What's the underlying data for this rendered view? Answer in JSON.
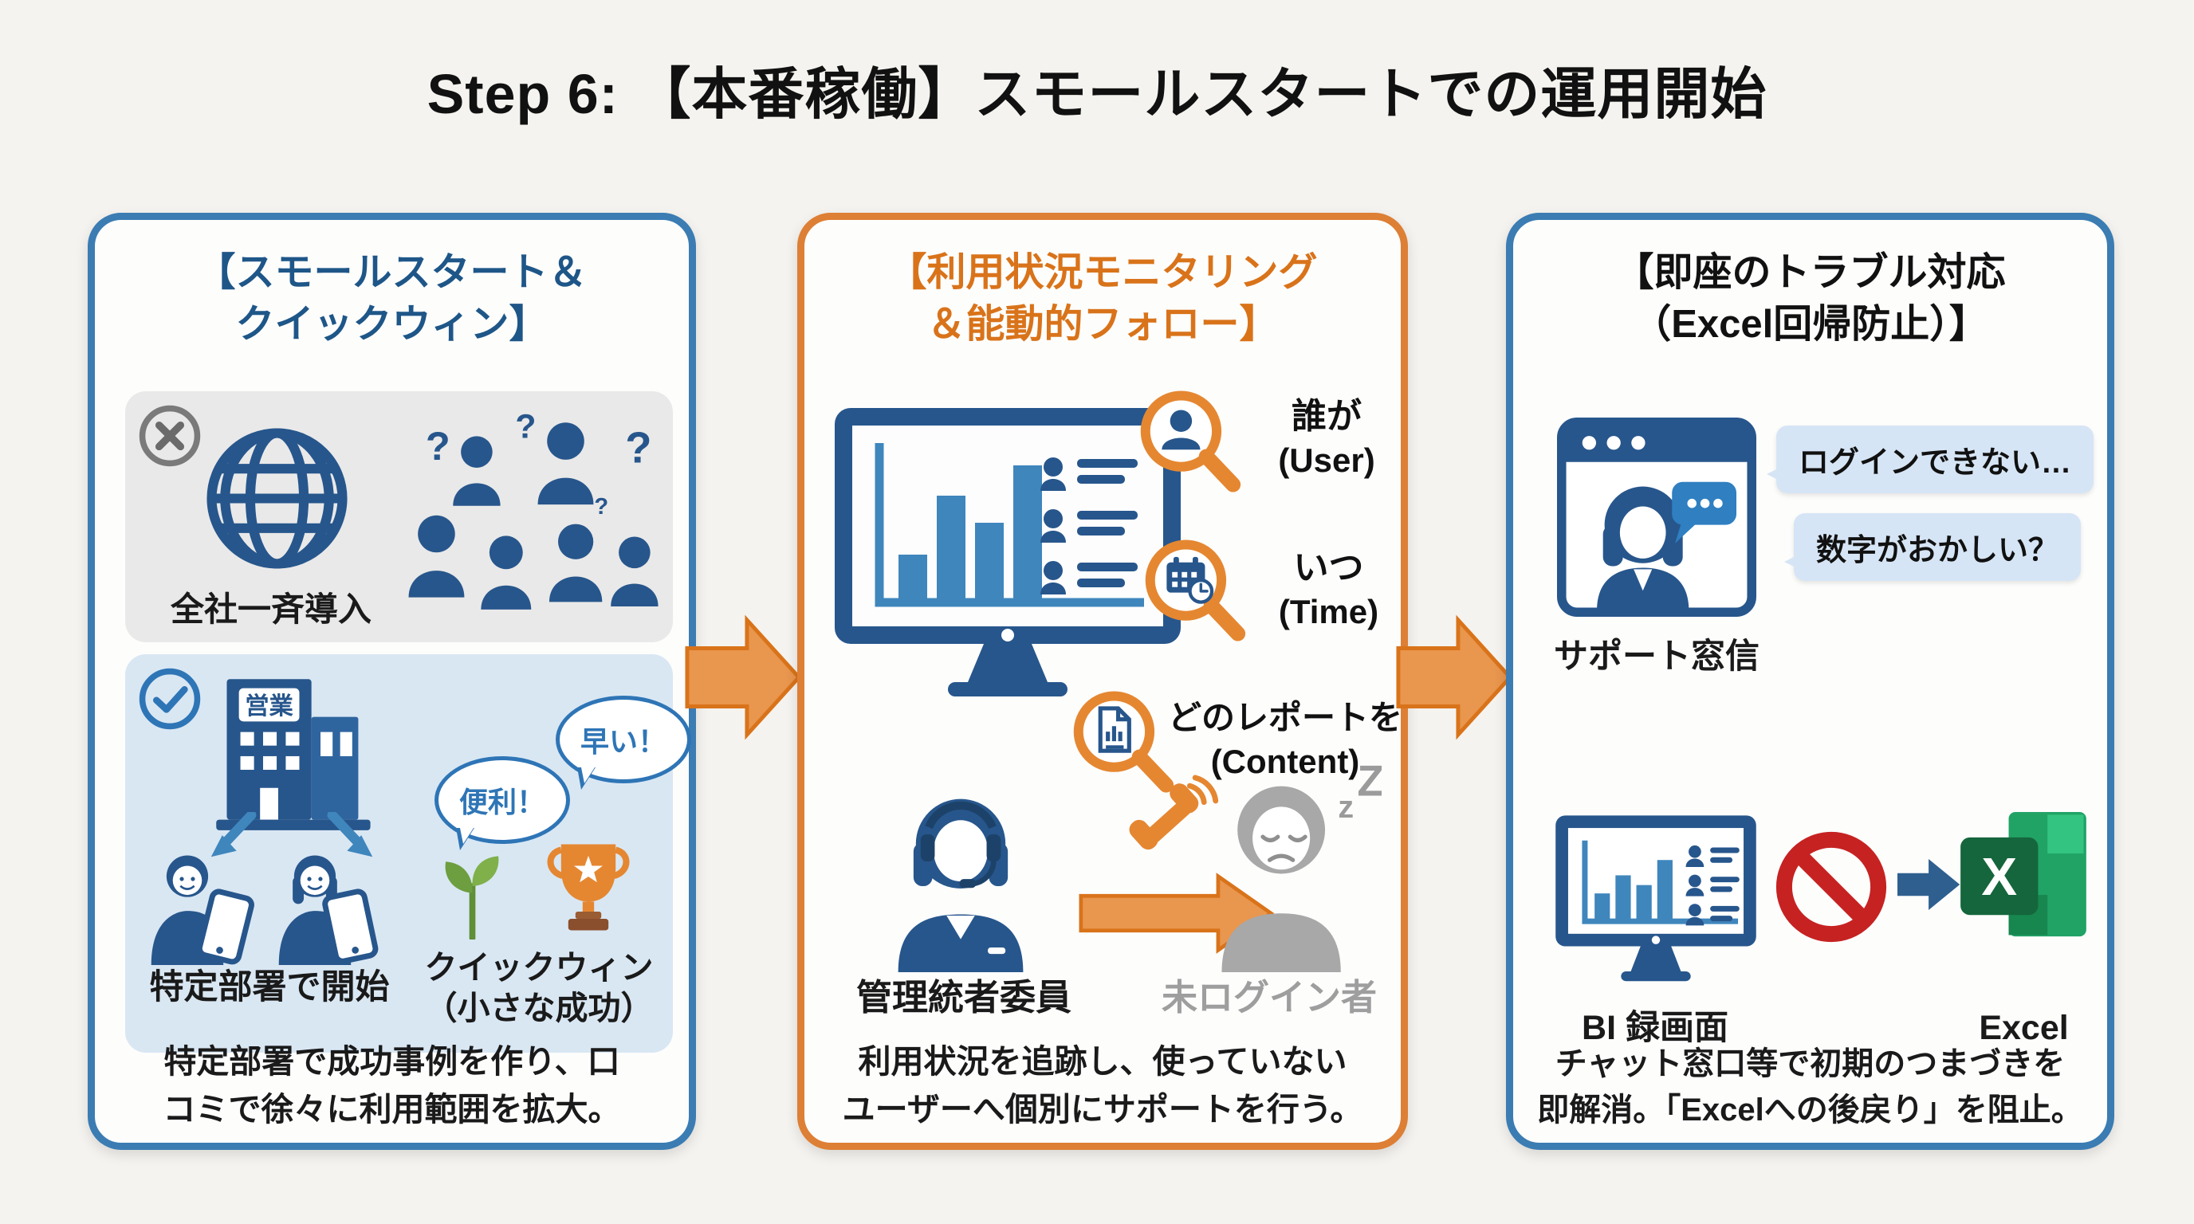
{
  "title": "Step 6: 【本番稼働】スモールスタートでの運用開始",
  "colors": {
    "page_bg": "#f5f3ef",
    "panel_border_blue": "#3b7cb3",
    "panel_border_orange": "#dd7f35",
    "header_blue": "#1e5688",
    "header_orange": "#d9731a",
    "icon_blue_dark": "#27568c",
    "icon_blue_mid": "#3f86bd",
    "box_gray": "#e9e9e9",
    "box_light_blue": "#d9e7f3",
    "chat_bubble_blue": "#d6e5f5",
    "accent_orange": "#e58731",
    "arrow_orange_fill": "#e9964e",
    "prohibit_red": "#c62222",
    "seedling_green": "#6d9e3f",
    "trophy_orange": "#e58731",
    "excel_green": "#15663c",
    "gray_icon": "#a8a8a8",
    "text_gray": "#9e9e9e"
  },
  "panels": [
    {
      "header_line1": "【スモールスタート＆",
      "header_line2": "クイックウィン】",
      "ng": {
        "label": "全社一斉導入",
        "question_mark": "?"
      },
      "ok": {
        "building_label": "営業",
        "bubble_benri": "便利！",
        "bubble_hayai": "早い！",
        "label_department": "特定部署で開始",
        "label_quickwin_line1": "クイックウィン",
        "label_quickwin_line2": "（小さな成功）"
      },
      "footer_line1": "特定部署で成功事例を作り、口",
      "footer_line2": "コミで徐々に利用範囲を拡大。"
    },
    {
      "header_line1": "【利用状況モニタリング",
      "header_line2": "＆能動的フォロー】",
      "magnifiers": [
        {
          "ja": "誰が",
          "en": "(User)"
        },
        {
          "ja": "いつ",
          "en": "(Time)"
        },
        {
          "ja": "どのレポートを",
          "en": "(Content)"
        }
      ],
      "admin_label": "管理統者委員",
      "sleeper_label": "未ログイン者",
      "sleep_z_small": "z",
      "sleep_z_big": "Z",
      "footer_line1": "利用状況を追跡し、使っていない",
      "footer_line2": "ユーザーへ個別にサポートを行う。"
    },
    {
      "header_line1": "【即座のトラブル対応",
      "header_line2": "（Excel回帰防止）】",
      "support_label": "サポート窓信",
      "chat_bubble1": "ログインできない…",
      "chat_bubble2": "数字がおかしい？",
      "bi_label": "BI 録画面",
      "excel_label": "Excel",
      "excel_letter": "X",
      "footer_line1": "チャット窓口等で初期のつまづきを",
      "footer_line2": "即解消。「Excelへの後戻り」を阻止。"
    }
  ]
}
